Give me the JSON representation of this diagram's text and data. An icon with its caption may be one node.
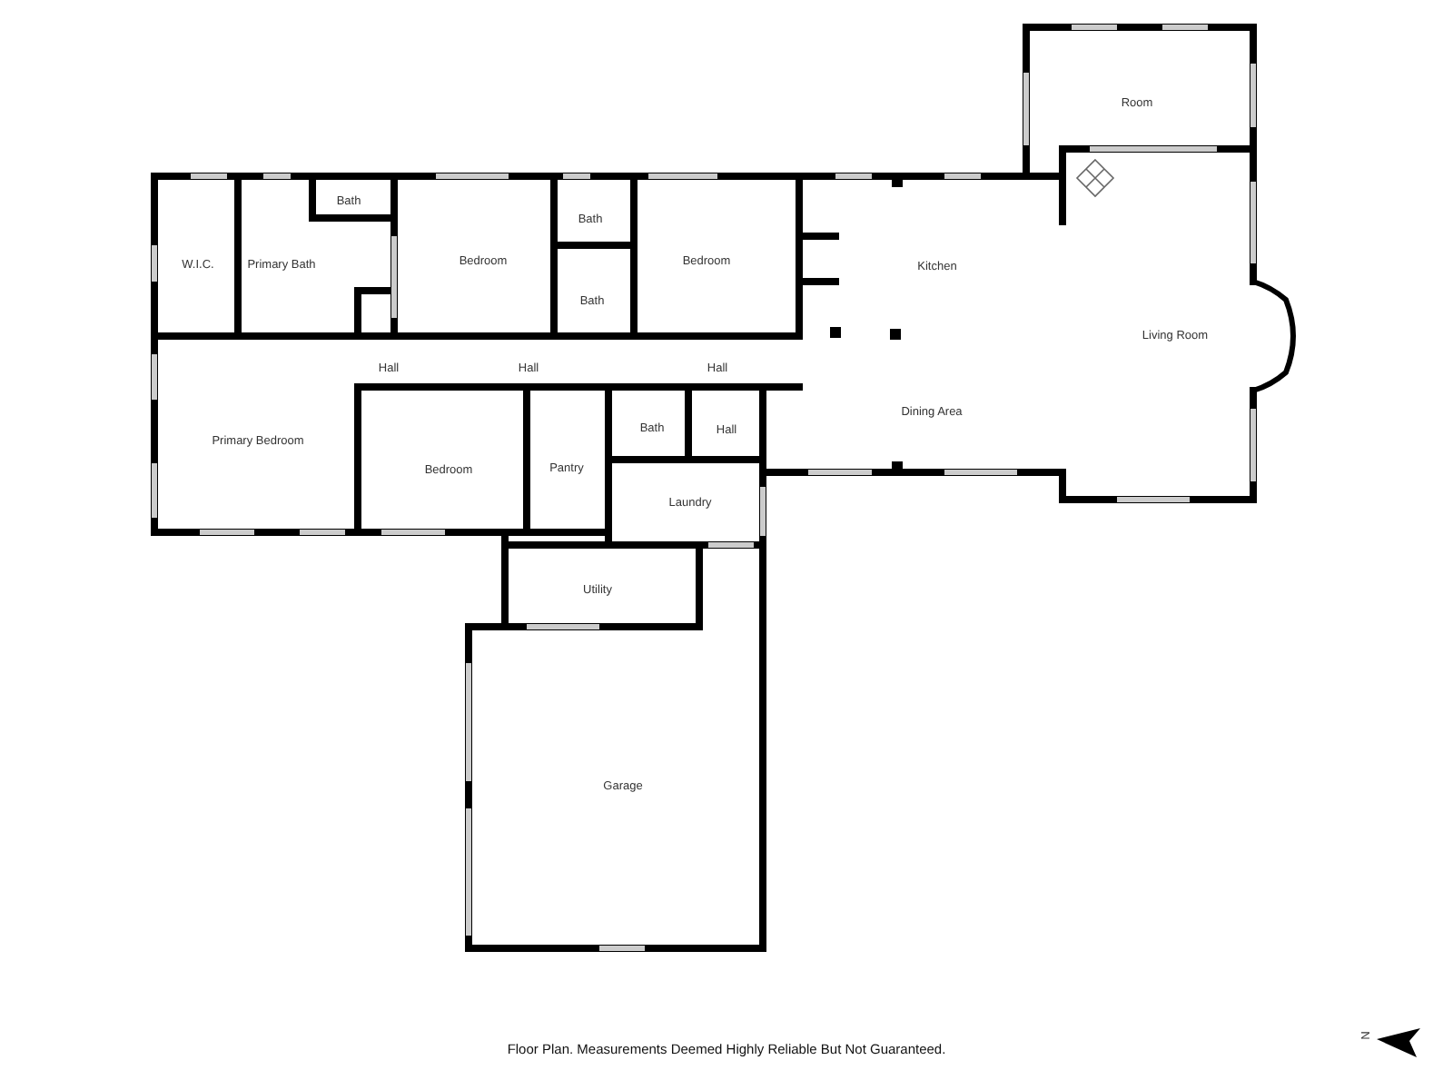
{
  "diagram": {
    "caption": "Floor Plan. Measurements Deemed Highly Reliable But Not Guaranteed.",
    "labels": [
      "Room",
      "Bath",
      "Bath",
      "W.I.C.",
      "Primary Bath",
      "Bedroom",
      "Bedroom",
      "Kitchen",
      "Bath",
      "Living Room",
      "Hall",
      "Hall",
      "Hall",
      "Dining Area",
      "Primary Bedroom",
      "Bath",
      "Hall",
      "Bedroom",
      "Pantry",
      "Laundry",
      "Utility",
      "Garage",
      "N"
    ]
  }
}
